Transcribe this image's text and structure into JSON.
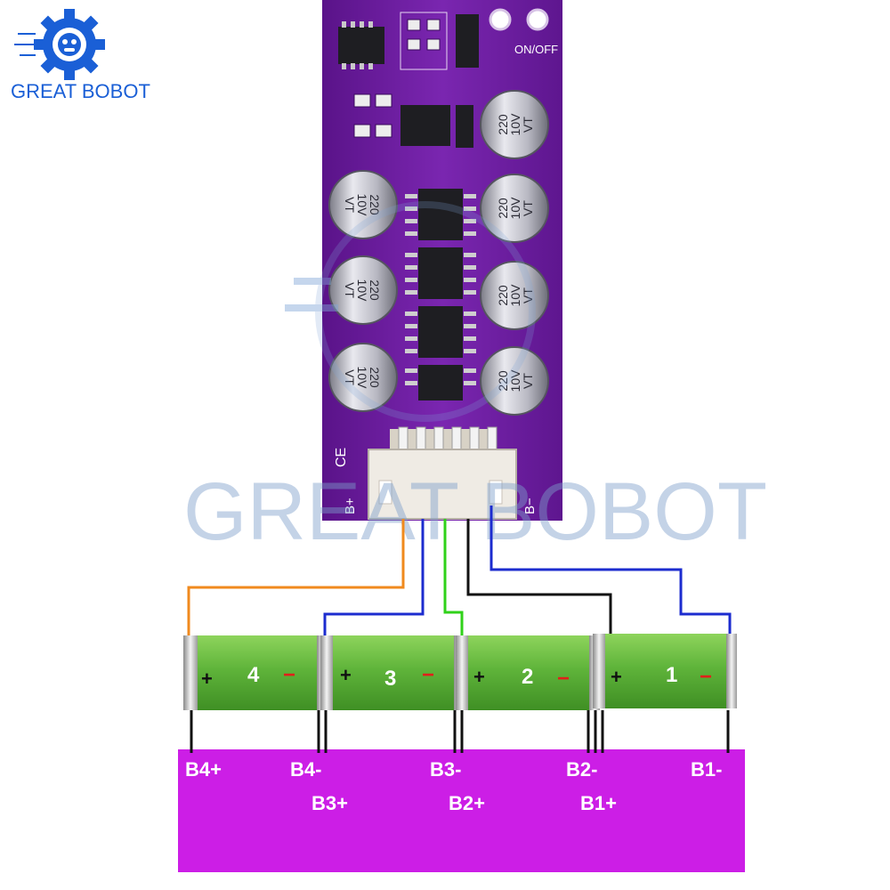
{
  "brand": {
    "name": "GREAT BOBOT",
    "watermark": "GREAT BOBOT"
  },
  "board": {
    "switch_label": "ON/OFF",
    "ce_mark": "CE",
    "pin_left": "B+",
    "pin_right": "B−",
    "capacitor_marking": [
      "220",
      "10V",
      "VT"
    ]
  },
  "cells": [
    {
      "number": "4",
      "plus": "+",
      "minus": "−"
    },
    {
      "number": "3",
      "plus": "+",
      "minus": "−"
    },
    {
      "number": "2",
      "plus": "+",
      "minus": "−"
    },
    {
      "number": "1",
      "plus": "+",
      "minus": "−"
    }
  ],
  "terminals": [
    "B4+",
    "B4-",
    "B3+",
    "B3-",
    "B2+",
    "B2-",
    "B1+",
    "B1-"
  ],
  "colors": {
    "pcb": "#6c1fa0",
    "panel": "#cc1ee6",
    "cell_body": "#5fb43a",
    "wire_orange": "#f08a1e",
    "wire_blue": "#1c2ccf",
    "wire_green": "#30d21a",
    "wire_black": "#111111",
    "minus_red": "#e0201a"
  }
}
